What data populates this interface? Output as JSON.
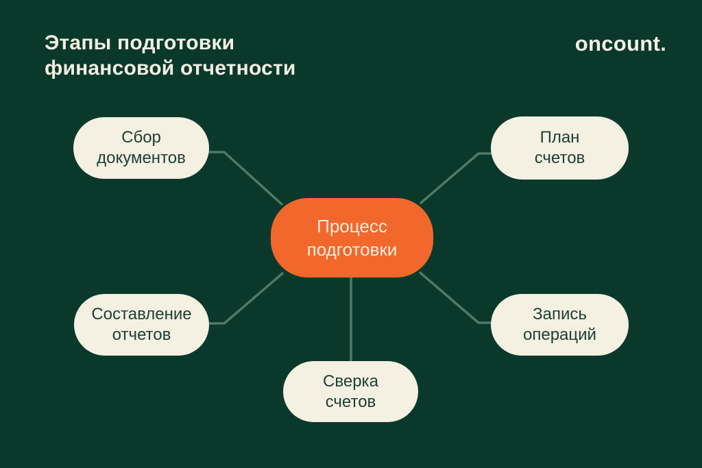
{
  "header": {
    "title_lines": [
      "Этапы подготовки",
      "финансовой отчетности"
    ],
    "logo": "oncount."
  },
  "diagram": {
    "center": {
      "lines": [
        "Процесс",
        "подготовки"
      ]
    },
    "nodes": [
      {
        "id": "collect-documents",
        "lines": [
          "Сбор",
          "документов"
        ]
      },
      {
        "id": "chart-of-accounts",
        "lines": [
          "План",
          "счетов"
        ]
      },
      {
        "id": "report-preparation",
        "lines": [
          "Составление",
          "отчетов"
        ]
      },
      {
        "id": "account-reconciliation",
        "lines": [
          "Сверка",
          "счетов"
        ]
      },
      {
        "id": "transaction-recording",
        "lines": [
          "Запись",
          "операций"
        ]
      }
    ]
  },
  "colors": {
    "background": "#0A392C",
    "node_fill": "#F4F0E2",
    "node_text": "#1C4033",
    "center_fill": "#F2682C",
    "center_text": "#F6EEDF",
    "connector": "#4E7A67",
    "title_text": "#F2EFE2",
    "logo_text": "#F6F2E6"
  }
}
